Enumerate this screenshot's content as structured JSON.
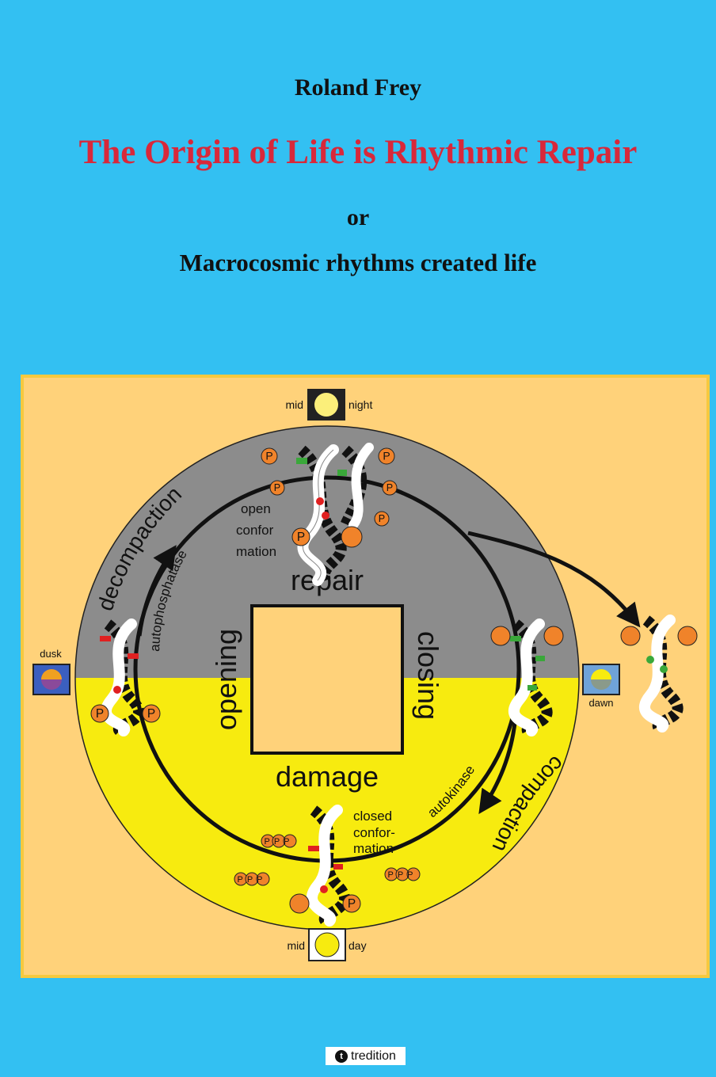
{
  "cover": {
    "author": "Roland Frey",
    "title": "The Origin of Life is Rhythmic Repair",
    "or": "or",
    "subtitle": "Macrocosmic rhythms created life",
    "publisher": "tredition"
  },
  "figure": {
    "labels": {
      "mid_top": "mid",
      "night": "night",
      "mid_bottom": "mid",
      "day": "day",
      "dusk": "dusk",
      "dawn": "dawn",
      "decompaction": "decompaction",
      "autophosphatase": "autophosphatase",
      "open1": "open",
      "open2": "confor",
      "open3": "mation",
      "repair": "repair",
      "opening": "opening",
      "closing": "closing",
      "damage": "damage",
      "autokinase": "autokinase",
      "compaction": "compaction",
      "closed1": "closed",
      "closed2": "confor-",
      "closed3": "mation",
      "p": "P",
      "ppp": "PPP"
    },
    "colors": {
      "background_frame": "#ffd27a",
      "upper_half": "#8c8c8c",
      "lower_half": "#f7eb0f",
      "phosphate": "#f0832a",
      "red_mark": "#e02020",
      "green_mark": "#3aa83a",
      "sun": "#fbef7a"
    }
  }
}
